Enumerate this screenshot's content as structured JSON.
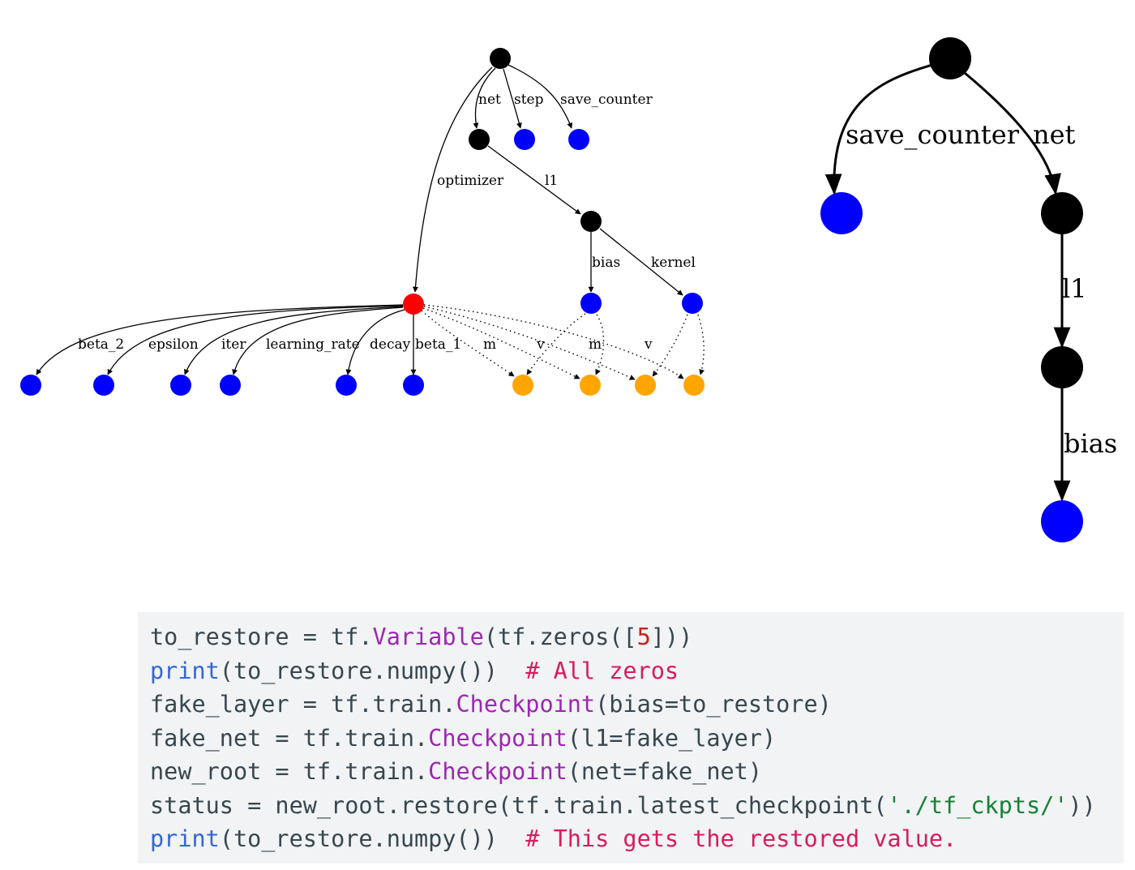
{
  "colors": {
    "internal_node": "#000000",
    "variable_node": "#0000ff",
    "optimizer_node": "#ff0000",
    "slot_node": "#ffa500",
    "code_background": "#f1f3f4",
    "code_text": "#37474f",
    "code_class": "#9c27b0",
    "code_number": "#c5221f",
    "code_keyword": "#3367d6",
    "code_comment": "#d81b60",
    "code_string": "#188038"
  },
  "left_graph": {
    "edge_labels": {
      "net": "net",
      "step": "step",
      "save_counter": "save_counter",
      "optimizer": "optimizer",
      "l1": "l1",
      "bias": "bias",
      "kernel": "kernel",
      "beta_2": "beta_2",
      "epsilon": "epsilon",
      "iter": "iter",
      "learning_rate": "learning_rate",
      "decay": "decay",
      "beta_1": "beta_1",
      "m1": "m",
      "v1": "v",
      "m2": "m",
      "v2": "v"
    }
  },
  "right_graph": {
    "edge_labels": {
      "save_counter": "save_counter",
      "net": "net",
      "l1": "l1",
      "bias": "bias"
    }
  },
  "code": {
    "lines": [
      [
        {
          "t": "to_restore = tf.",
          "c": "plain"
        },
        {
          "t": "Variable",
          "c": "cls"
        },
        {
          "t": "(tf.zeros([",
          "c": "plain"
        },
        {
          "t": "5",
          "c": "num"
        },
        {
          "t": "]))",
          "c": "plain"
        }
      ],
      [
        {
          "t": "print",
          "c": "kw"
        },
        {
          "t": "(to_restore.numpy())  ",
          "c": "plain"
        },
        {
          "t": "# All zeros",
          "c": "cm"
        }
      ],
      [
        {
          "t": "fake_layer = tf.train.",
          "c": "plain"
        },
        {
          "t": "Checkpoint",
          "c": "cls"
        },
        {
          "t": "(bias=to_restore)",
          "c": "plain"
        }
      ],
      [
        {
          "t": "fake_net = tf.train.",
          "c": "plain"
        },
        {
          "t": "Checkpoint",
          "c": "cls"
        },
        {
          "t": "(l1=fake_layer)",
          "c": "plain"
        }
      ],
      [
        {
          "t": "new_root = tf.train.",
          "c": "plain"
        },
        {
          "t": "Checkpoint",
          "c": "cls"
        },
        {
          "t": "(net=fake_net)",
          "c": "plain"
        }
      ],
      [
        {
          "t": "status = new_root.restore(tf.train.latest_checkpoint(",
          "c": "plain"
        },
        {
          "t": "'./tf_ckpts/'",
          "c": "str"
        },
        {
          "t": "))",
          "c": "plain"
        }
      ],
      [
        {
          "t": "print",
          "c": "kw"
        },
        {
          "t": "(to_restore.numpy())  ",
          "c": "plain"
        },
        {
          "t": "# This gets the restored value.",
          "c": "cm"
        }
      ]
    ]
  }
}
